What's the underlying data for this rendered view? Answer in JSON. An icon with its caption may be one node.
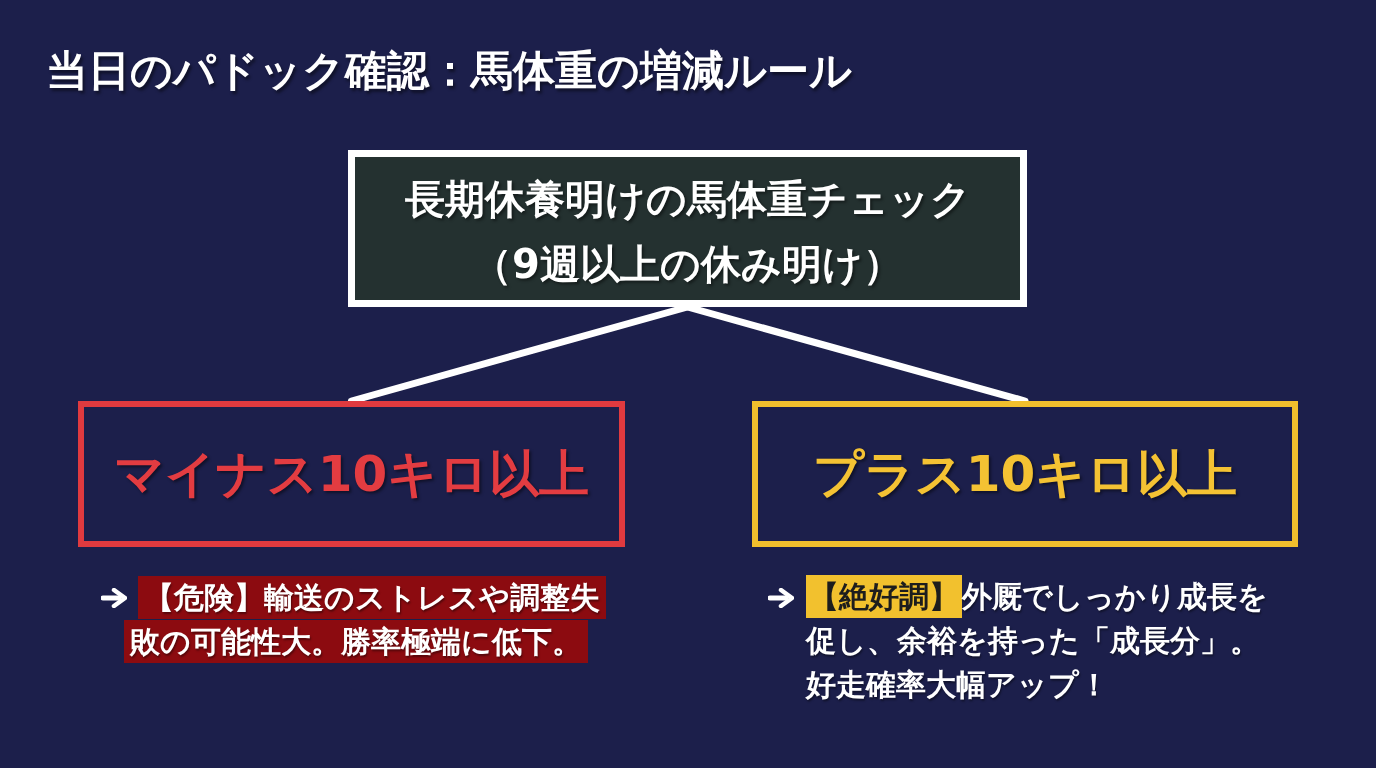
{
  "diagram": {
    "title": "当日のパドック確認：馬体重の増減ルール",
    "nodes": [
      {
        "text": [
          "長期休養明けの馬体重チェック",
          "（9週以上の休み明け）"
        ]
      },
      {
        "text": [
          "マイナス10キロ以上"
        ],
        "beside": [
          "【危険】輸送のストレスや調整失敗の可能性大。勝率極端に低下。"
        ]
      },
      {
        "text": [
          "プラス10キロ以上"
        ],
        "beside": [
          "**【絶好調】**外厩でしっかり成長を促し、余裕を持った「成長分」。好走確率大幅アップ！"
        ]
      }
    ],
    "edges": [
      {
        "from": 0,
        "to": 1,
        "arrow": "none"
      },
      {
        "from": 0,
        "to": 2,
        "arrow": "none"
      }
    ]
  }
}
